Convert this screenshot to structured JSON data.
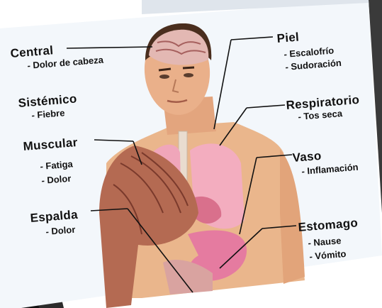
{
  "colors": {
    "sheet": "#f3f7fb",
    "skin": "#e8b48c",
    "lung": "#f3a7bd",
    "muscle": "#b9735a",
    "stomach": "#e67aa0",
    "leader": "#111111"
  },
  "labels": {
    "central": {
      "title": "Central",
      "item": "- Dolor de cabeza"
    },
    "sistemico": {
      "title": "Sistémico",
      "item": "- Fiebre"
    },
    "muscular": {
      "title": "Muscular",
      "items": [
        "- Fatiga",
        "- Dolor"
      ]
    },
    "espalda": {
      "title": "Espalda",
      "item": "- Dolor"
    },
    "piel": {
      "title": "Piel",
      "items": [
        "- Escalofrío",
        "- Sudoración"
      ]
    },
    "respiratorio": {
      "title": "Respiratorio",
      "item": "- Tos seca"
    },
    "vaso": {
      "title": "Vaso",
      "item": "- Inflamación"
    },
    "estomago": {
      "title": "Estomago",
      "items": [
        "- Nause",
        "- Vómito"
      ]
    }
  }
}
